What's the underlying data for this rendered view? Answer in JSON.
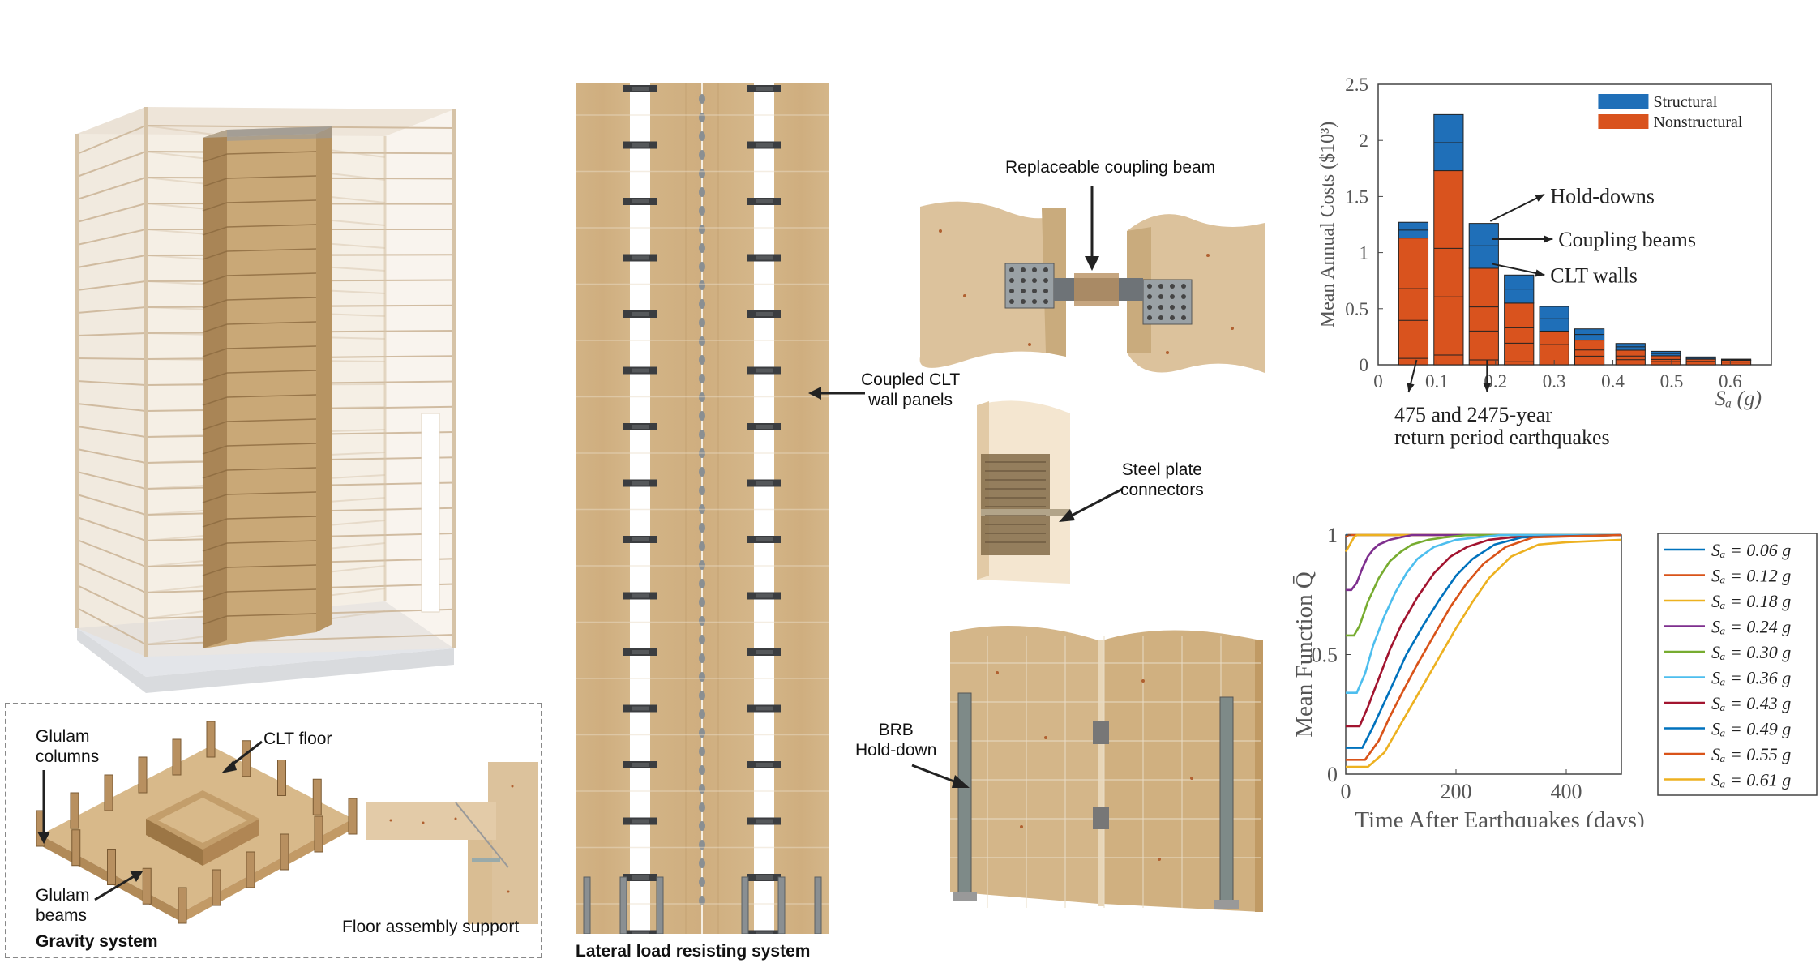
{
  "labels": {
    "coupling_beam": "Replaceable coupling beam",
    "coupled_clt_1": "Coupled CLT",
    "coupled_clt_2": "wall panels",
    "steel_plate_1": "Steel plate",
    "steel_plate_2": "connectors",
    "brb_1": "BRB",
    "brb_2": "Hold-down",
    "glulam_columns_1": "Glulam",
    "glulam_columns_2": "columns",
    "clt_floor": "CLT floor",
    "glulam_beams_1": "Glulam",
    "glulam_beams_2": "beams",
    "gravity_system": "Gravity system",
    "floor_assembly": "Floor assembly support",
    "lateral_system": "Lateral load resisting system"
  },
  "colors": {
    "wood": "#d2b385",
    "wood_dark": "#a47c4d",
    "steel": "#7f8588",
    "structural": "#1f6fb8",
    "nonstructural": "#d9531e"
  },
  "chart_data": [
    {
      "type": "bar",
      "stacked": true,
      "ylabel": "Mean Annual Costs ($10³)",
      "xlabel": "Sₐ (g)",
      "xlim": [
        0,
        0.67
      ],
      "ylim": [
        0,
        2.5
      ],
      "xticks": [
        "0",
        "0.1",
        "0.2",
        "0.3",
        "0.4",
        "0.5",
        "0.6"
      ],
      "xtick_values": [
        0,
        0.1,
        0.2,
        0.3,
        0.4,
        0.5,
        0.6
      ],
      "yticks": [
        "0",
        "0.5",
        "1",
        "1.5",
        "2",
        "2.5"
      ],
      "ytick_values": [
        0,
        0.5,
        1,
        1.5,
        2,
        2.5
      ],
      "legend": "top-right",
      "bar_width": 0.05,
      "x": [
        0.06,
        0.12,
        0.18,
        0.24,
        0.3,
        0.36,
        0.43,
        0.49,
        0.55,
        0.61
      ],
      "series": [
        {
          "name": "Structural",
          "color": "#1f6fb8",
          "values": [
            0.14,
            0.5,
            0.4,
            0.25,
            0.22,
            0.1,
            0.06,
            0.04,
            0.02,
            0.01
          ]
        },
        {
          "name": "Nonstructural",
          "color": "#d9531e",
          "values": [
            1.13,
            1.73,
            0.86,
            0.55,
            0.3,
            0.22,
            0.13,
            0.08,
            0.05,
            0.04
          ]
        }
      ],
      "annotations": [
        {
          "text": "Hold-downs"
        },
        {
          "text": "Coupling beams"
        },
        {
          "text": "CLT walls"
        },
        {
          "text": "475 and 2475-year"
        },
        {
          "text": "return period earthquakes"
        }
      ]
    },
    {
      "type": "line",
      "ylabel": "Mean Function Q̄",
      "xlabel": "Time After Earthquakes (days)",
      "xlim": [
        0,
        500
      ],
      "ylim": [
        0,
        1
      ],
      "xticks": [
        "0",
        "200",
        "400"
      ],
      "xtick_values": [
        0,
        200,
        400
      ],
      "yticks": [
        "0",
        "0.5",
        "1"
      ],
      "ytick_values": [
        0,
        0.5,
        1
      ],
      "legend": "outside-right",
      "series": [
        {
          "name": "Sₐ = 0.06 g",
          "color": "#0072bd",
          "x": [
            0,
            5,
            10,
            20,
            40,
            60,
            80,
            100,
            140,
            180,
            220,
            260,
            300,
            500
          ],
          "y": [
            1,
            1,
            1,
            1,
            1,
            1,
            1,
            1,
            1,
            1,
            1,
            1,
            1,
            1
          ]
        },
        {
          "name": "Sₐ = 0.12 g",
          "color": "#d95319",
          "x": [
            0,
            5,
            10,
            20,
            40,
            60,
            80,
            100,
            140,
            180,
            220,
            260,
            300,
            500
          ],
          "y": [
            0.99,
            1,
            1,
            1,
            1,
            1,
            1,
            1,
            1,
            1,
            1,
            1,
            1,
            1
          ]
        },
        {
          "name": "Sₐ = 0.18 g",
          "color": "#edb120",
          "x": [
            0,
            5,
            10,
            15,
            20,
            30,
            40,
            60,
            80,
            100,
            500
          ],
          "y": [
            0.93,
            0.95,
            0.97,
            0.99,
            1,
            1,
            1,
            1,
            1,
            1,
            1
          ]
        },
        {
          "name": "Sₐ = 0.24 g",
          "color": "#7e2f8e",
          "x": [
            0,
            10,
            20,
            30,
            40,
            50,
            60,
            80,
            100,
            120,
            150,
            200,
            500
          ],
          "y": [
            0.77,
            0.77,
            0.8,
            0.86,
            0.91,
            0.94,
            0.96,
            0.98,
            0.99,
            1,
            1,
            1,
            1
          ]
        },
        {
          "name": "Sₐ = 0.30 g",
          "color": "#77ac30",
          "x": [
            0,
            15,
            25,
            40,
            60,
            80,
            100,
            120,
            150,
            180,
            220,
            500
          ],
          "y": [
            0.58,
            0.58,
            0.62,
            0.72,
            0.82,
            0.89,
            0.93,
            0.96,
            0.98,
            0.99,
            1,
            1
          ]
        },
        {
          "name": "Sₐ = 0.36 g",
          "color": "#4dbeee",
          "x": [
            0,
            20,
            35,
            50,
            70,
            90,
            110,
            130,
            160,
            200,
            240,
            280,
            500
          ],
          "y": [
            0.34,
            0.34,
            0.42,
            0.54,
            0.66,
            0.76,
            0.84,
            0.9,
            0.95,
            0.98,
            0.99,
            1,
            1
          ]
        },
        {
          "name": "Sₐ = 0.43 g",
          "color": "#a2142f",
          "x": [
            0,
            25,
            40,
            60,
            80,
            100,
            130,
            160,
            190,
            220,
            260,
            300,
            500
          ],
          "y": [
            0.2,
            0.2,
            0.28,
            0.4,
            0.52,
            0.62,
            0.74,
            0.84,
            0.91,
            0.95,
            0.98,
            0.99,
            1
          ]
        },
        {
          "name": "Sₐ = 0.49 g",
          "color": "#0072bd",
          "x": [
            0,
            30,
            50,
            70,
            90,
            110,
            140,
            170,
            200,
            230,
            270,
            320,
            500
          ],
          "y": [
            0.11,
            0.11,
            0.2,
            0.3,
            0.4,
            0.5,
            0.62,
            0.73,
            0.83,
            0.9,
            0.96,
            0.99,
            1
          ]
        },
        {
          "name": "Sₐ = 0.55 g",
          "color": "#d95319",
          "x": [
            0,
            35,
            60,
            80,
            100,
            130,
            160,
            190,
            220,
            250,
            290,
            340,
            500
          ],
          "y": [
            0.06,
            0.06,
            0.14,
            0.24,
            0.33,
            0.46,
            0.58,
            0.7,
            0.8,
            0.88,
            0.95,
            0.99,
            1
          ]
        },
        {
          "name": "Sₐ = 0.61 g",
          "color": "#edb120",
          "x": [
            0,
            40,
            70,
            90,
            110,
            140,
            170,
            200,
            230,
            260,
            300,
            350,
            400,
            500
          ],
          "y": [
            0.03,
            0.03,
            0.09,
            0.17,
            0.25,
            0.37,
            0.49,
            0.61,
            0.72,
            0.82,
            0.91,
            0.96,
            0.97,
            0.98
          ]
        }
      ]
    }
  ]
}
